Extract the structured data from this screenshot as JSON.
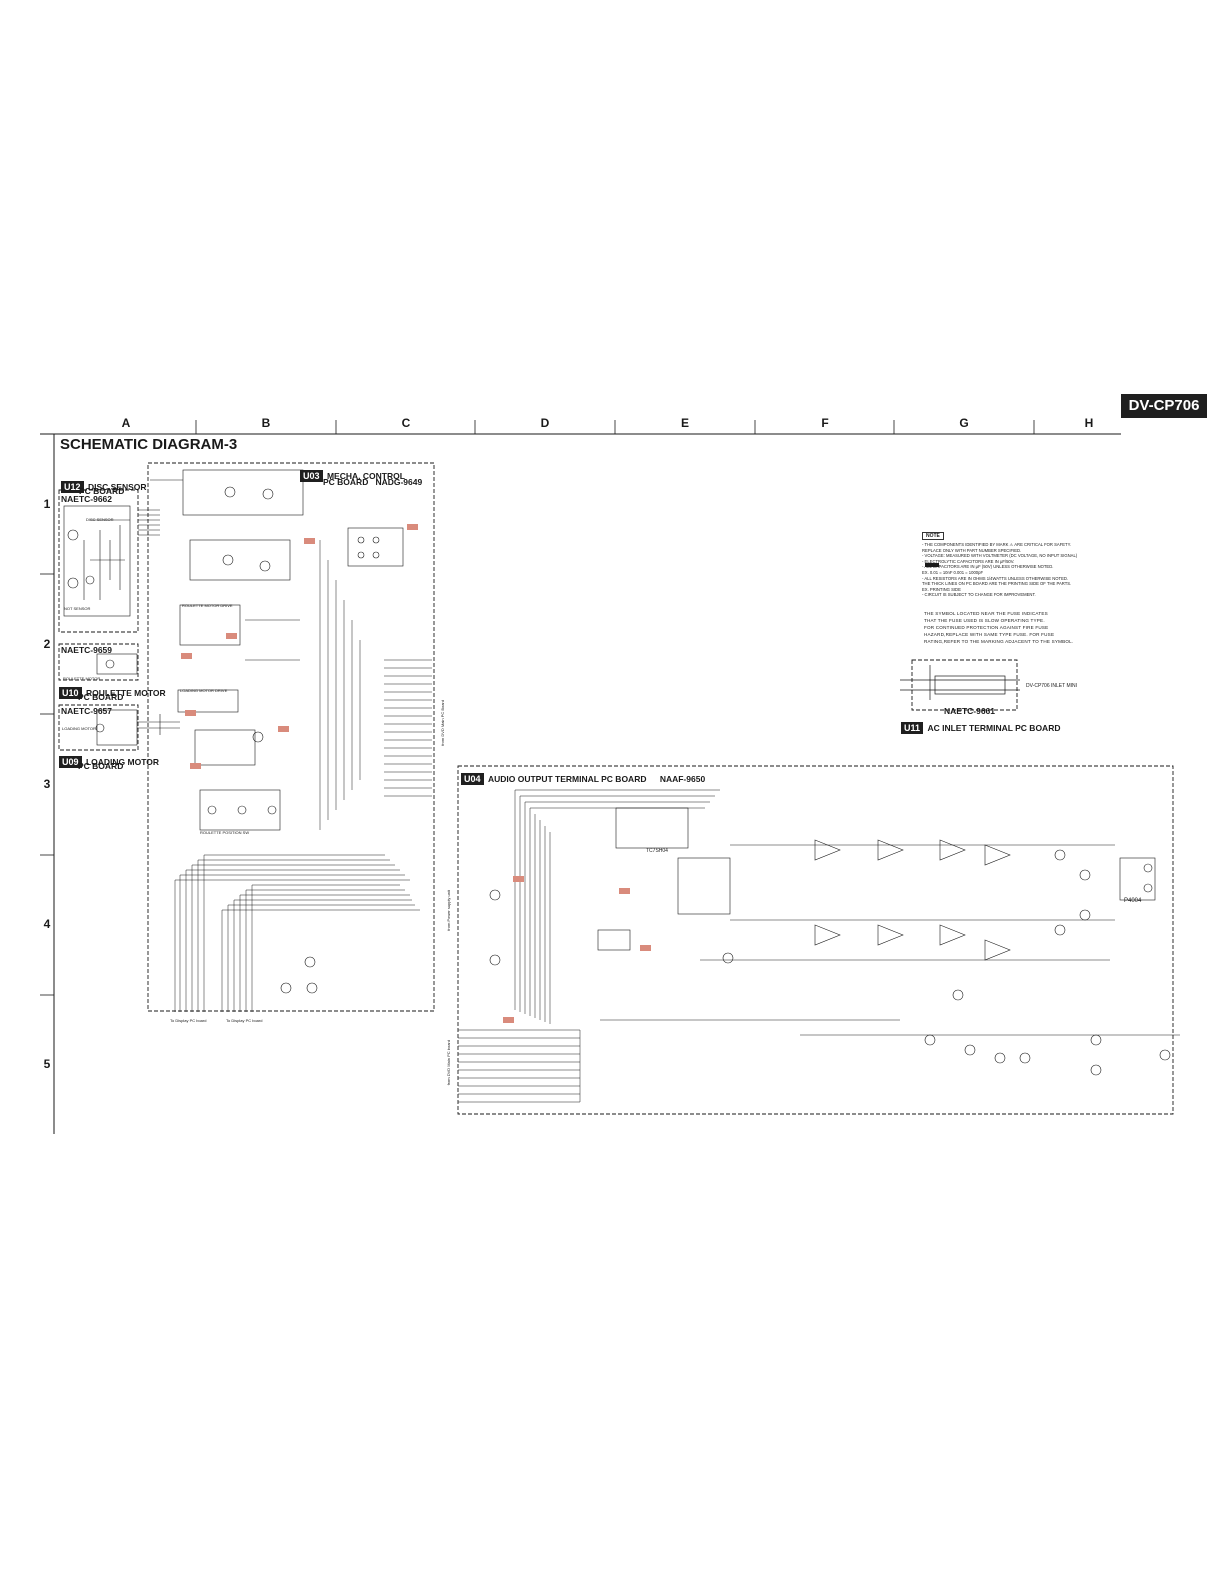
{
  "header": {
    "model": "DV-CP706",
    "title": "SCHEMATIC DIAGRAM-3",
    "columns": [
      "A",
      "B",
      "C",
      "D",
      "E",
      "F",
      "G",
      "H"
    ],
    "rows": [
      "1",
      "2",
      "3",
      "4",
      "5"
    ]
  },
  "boards": {
    "u12": {
      "tag": "U12",
      "name_line1": "DISC SENSOR",
      "name_line2": "PC BOARD",
      "part": "NAETC-9662",
      "sub": "DISC SENSOR",
      "sensor": "NOT SENSOR"
    },
    "u10": {
      "tag": "U10",
      "name_line1": "ROULETTE MOTOR",
      "name_line2": "PC BOARD",
      "part": "NAETC-9659",
      "sub": "ROULETTE MOTOR"
    },
    "u09": {
      "tag": "U09",
      "name_line1": "LOADING MOTOR",
      "name_line2": "PC BOARD",
      "part": "NAETC-9657",
      "sub": "LOADING MOTOR"
    },
    "u03": {
      "tag": "U03",
      "name_line1": "MECHA. CONTROL",
      "name_line2": "PC BOARD",
      "part": "NADG-9649",
      "drive1": "ROULETTE MOTOR DRIVE",
      "drive2": "LOADING MOTOR DRIVE",
      "pos": "ROULETTE POSITION SW",
      "to_display1": "To Display PC board",
      "to_display2": "To Display PC board",
      "from_main": "from DVD Main PC Board"
    },
    "u11": {
      "tag": "U11",
      "name": "AC INLET TERMINAL PC BOARD",
      "part": "NAETC-9661",
      "inlet": "DV-CP706 INLET MINI"
    },
    "u04": {
      "tag": "U04",
      "name": "AUDIO OUTPUT TERMINAL PC BOARD",
      "part": "NAAF-9650",
      "from_power": "from Power supply unit",
      "from_dvd": "from DVD Main PC board",
      "ic": "TC7SH04",
      "jack": "P4004"
    }
  },
  "notes": {
    "title": "NOTE",
    "lines": [
      "- THE COMPONENTS IDENTIFIED BY MARK ⚠ ARE CRITICAL FOR SAFETY.",
      "  REPLACE ONLY WITH PART NUMBER SPECIFIED.",
      "- VOLTAGE: MEASURED WITH VOLTMETER (DC VOLTAGE, NO INPUT SIGNAL)",
      "- ELECTROLYTIC CAPACITORS ARE IN μF/50V.",
      "- ALL CAPACITORS ARE IN μF (50V) UNLESS OTHERWISE NOTED.",
      "  EX. 0.01 = 10nF  0.001 = 1000pF",
      "- ALL RESISTORS ARE IN OHMS 1/4WATTS UNLESS OTHERWISE NOTED.",
      "  THE THICK LINES ON PC BOARD ARE THE PRINTING SIDE OF THE PARTS.",
      "  EX.  PRINTING SIDE",
      "- CIRCUIT IS SUBJECT TO CHANGE FOR IMPROVEMENT."
    ],
    "fuse": [
      "THE SYMBOL LOCATED NEAR THE FUSE INDICATES",
      "THAT THE FUSE USED IS SLOW OPERATING TYPE.",
      "FOR CONTINUED PROTECTION AGAINST FIRE FUSE",
      "HAZARD,REPLACE WITH SAME TYPE FUSE. FOR FUSE",
      "RATING,REFER TO THE MARKING ADJACENT TO THE SYMBOL."
    ]
  },
  "colors": {
    "ink": "#1a1a1a",
    "badge": "#1f1f1f",
    "marker": "#d98b7c"
  }
}
